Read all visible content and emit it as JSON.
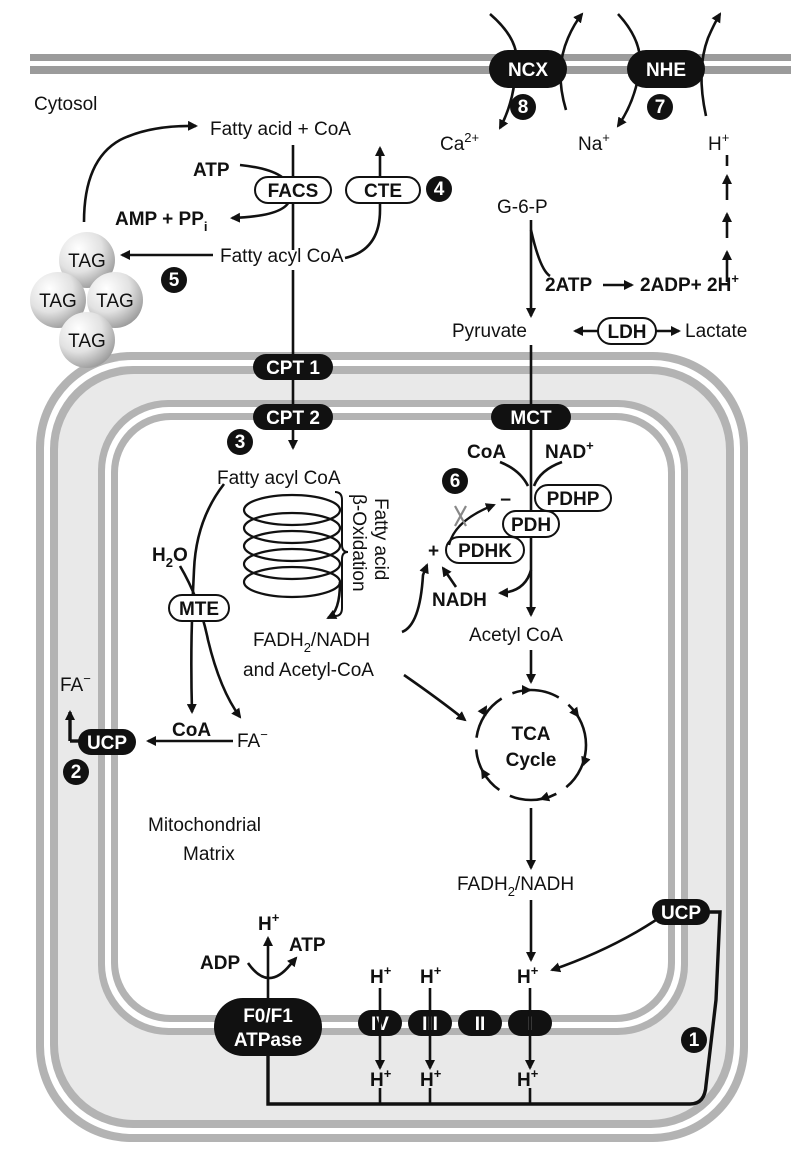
{
  "compartments": {
    "cytosol": "Cytosol",
    "matrix_line1": "Mitochondrial",
    "matrix_line2": "Matrix"
  },
  "transporters": {
    "ncx": "NCX",
    "nhe": "NHE",
    "cpt1": "CPT 1",
    "cpt2": "CPT 2",
    "mct": "MCT",
    "ucp": "UCP",
    "atpase_line1": "F0/F1",
    "atpase_line2": "ATPase"
  },
  "complexes": [
    "IV",
    "III",
    "II",
    "I"
  ],
  "enzymes": {
    "facs": "FACS",
    "cte": "CTE",
    "mte": "MTE",
    "ldh": "LDH",
    "pdh": "PDH",
    "pdhp": "PDHP",
    "pdhk": "PDHK"
  },
  "metabolites": {
    "fatty_acid_coa": "Fatty acid + CoA",
    "atp": "ATP",
    "amp": "AMP + PP",
    "amp_sub": "i",
    "fatty_acyl_coa": "Fatty acyl CoA",
    "tag": "TAG",
    "g6p": "G-6-P",
    "atp2": "2ATP",
    "adp2": "2ADP+ 2H",
    "plus_sup": "+",
    "pyruvate": "Pyruvate",
    "lactate": "Lactate",
    "ca": "Ca",
    "ca_sup": "2+",
    "na": "Na",
    "h": "H",
    "coa": "CoA",
    "nad": "NAD",
    "nadh": "NADH",
    "h2o_h": "H",
    "h2o_sub": "2",
    "h2o_o": "O",
    "beta_line1": "Fatty acid",
    "beta_line2": "β-Oxidation",
    "fadh_a": "FADH",
    "fadh_sub": "2",
    "fadh_b": "/NADH",
    "acetyl_coa_and": "and Acetyl-CoA",
    "acetyl_coa": "Acetyl CoA",
    "tca_line1": "TCA",
    "tca_line2": "Cycle",
    "fa_minus": "FA",
    "minus_sup": "−",
    "adp": "ADP",
    "pdh_plus": "+",
    "pdh_minus": "−"
  },
  "steps": [
    "1",
    "2",
    "3",
    "4",
    "5",
    "6",
    "7",
    "8"
  ]
}
